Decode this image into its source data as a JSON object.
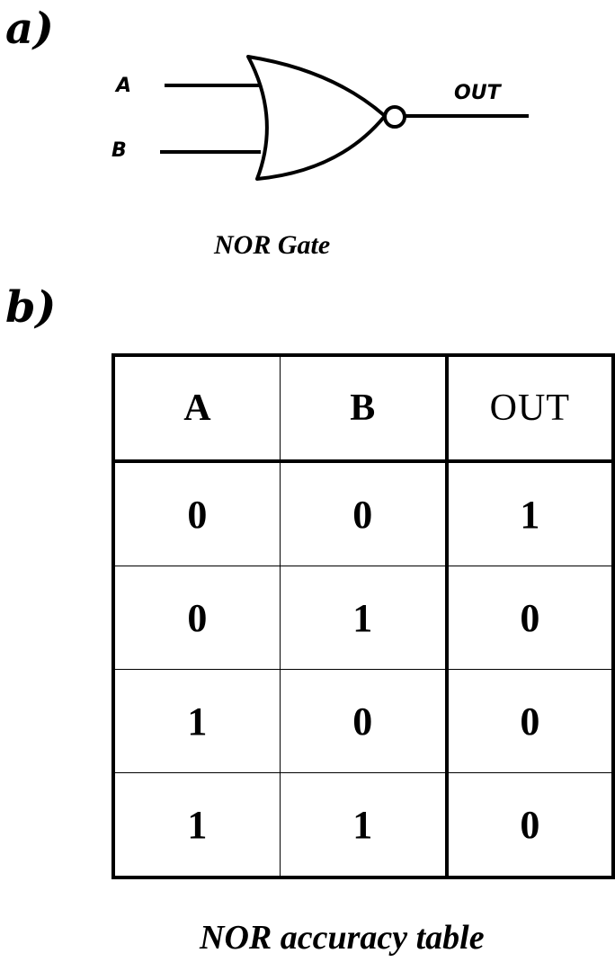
{
  "panel_a": {
    "label": "a)",
    "inputs": [
      "A",
      "B"
    ],
    "output": "OUT",
    "caption": "NOR Gate"
  },
  "panel_b": {
    "label": "b)",
    "table": {
      "headers": [
        "A",
        "B",
        "OUT"
      ],
      "rows": [
        [
          "0",
          "0",
          "1"
        ],
        [
          "0",
          "1",
          "0"
        ],
        [
          "1",
          "0",
          "0"
        ],
        [
          "1",
          "1",
          "0"
        ]
      ]
    },
    "caption": "NOR accuracy table"
  }
}
